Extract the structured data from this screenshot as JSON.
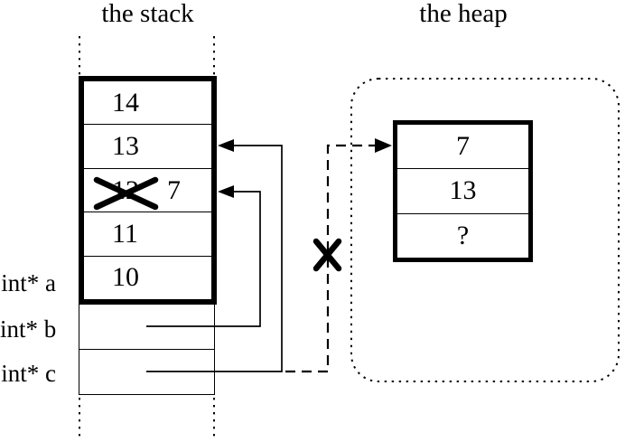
{
  "titles": {
    "stack": "the stack",
    "heap": "the heap"
  },
  "stack": {
    "cells": [
      {
        "value": "14",
        "crossed": false
      },
      {
        "value": "13",
        "crossed": false
      },
      {
        "value": "12",
        "crossed": true,
        "replacement": "7"
      },
      {
        "value": "11",
        "crossed": false
      },
      {
        "value": "10",
        "crossed": false
      }
    ],
    "pointer_labels": [
      {
        "name": "int* a"
      },
      {
        "name": "int* b"
      },
      {
        "name": "int* c"
      }
    ]
  },
  "heap": {
    "cells": [
      {
        "value": "7"
      },
      {
        "value": "13"
      },
      {
        "value": "?"
      }
    ]
  },
  "colors": {
    "ink": "#000000",
    "paper": "#ffffff"
  }
}
